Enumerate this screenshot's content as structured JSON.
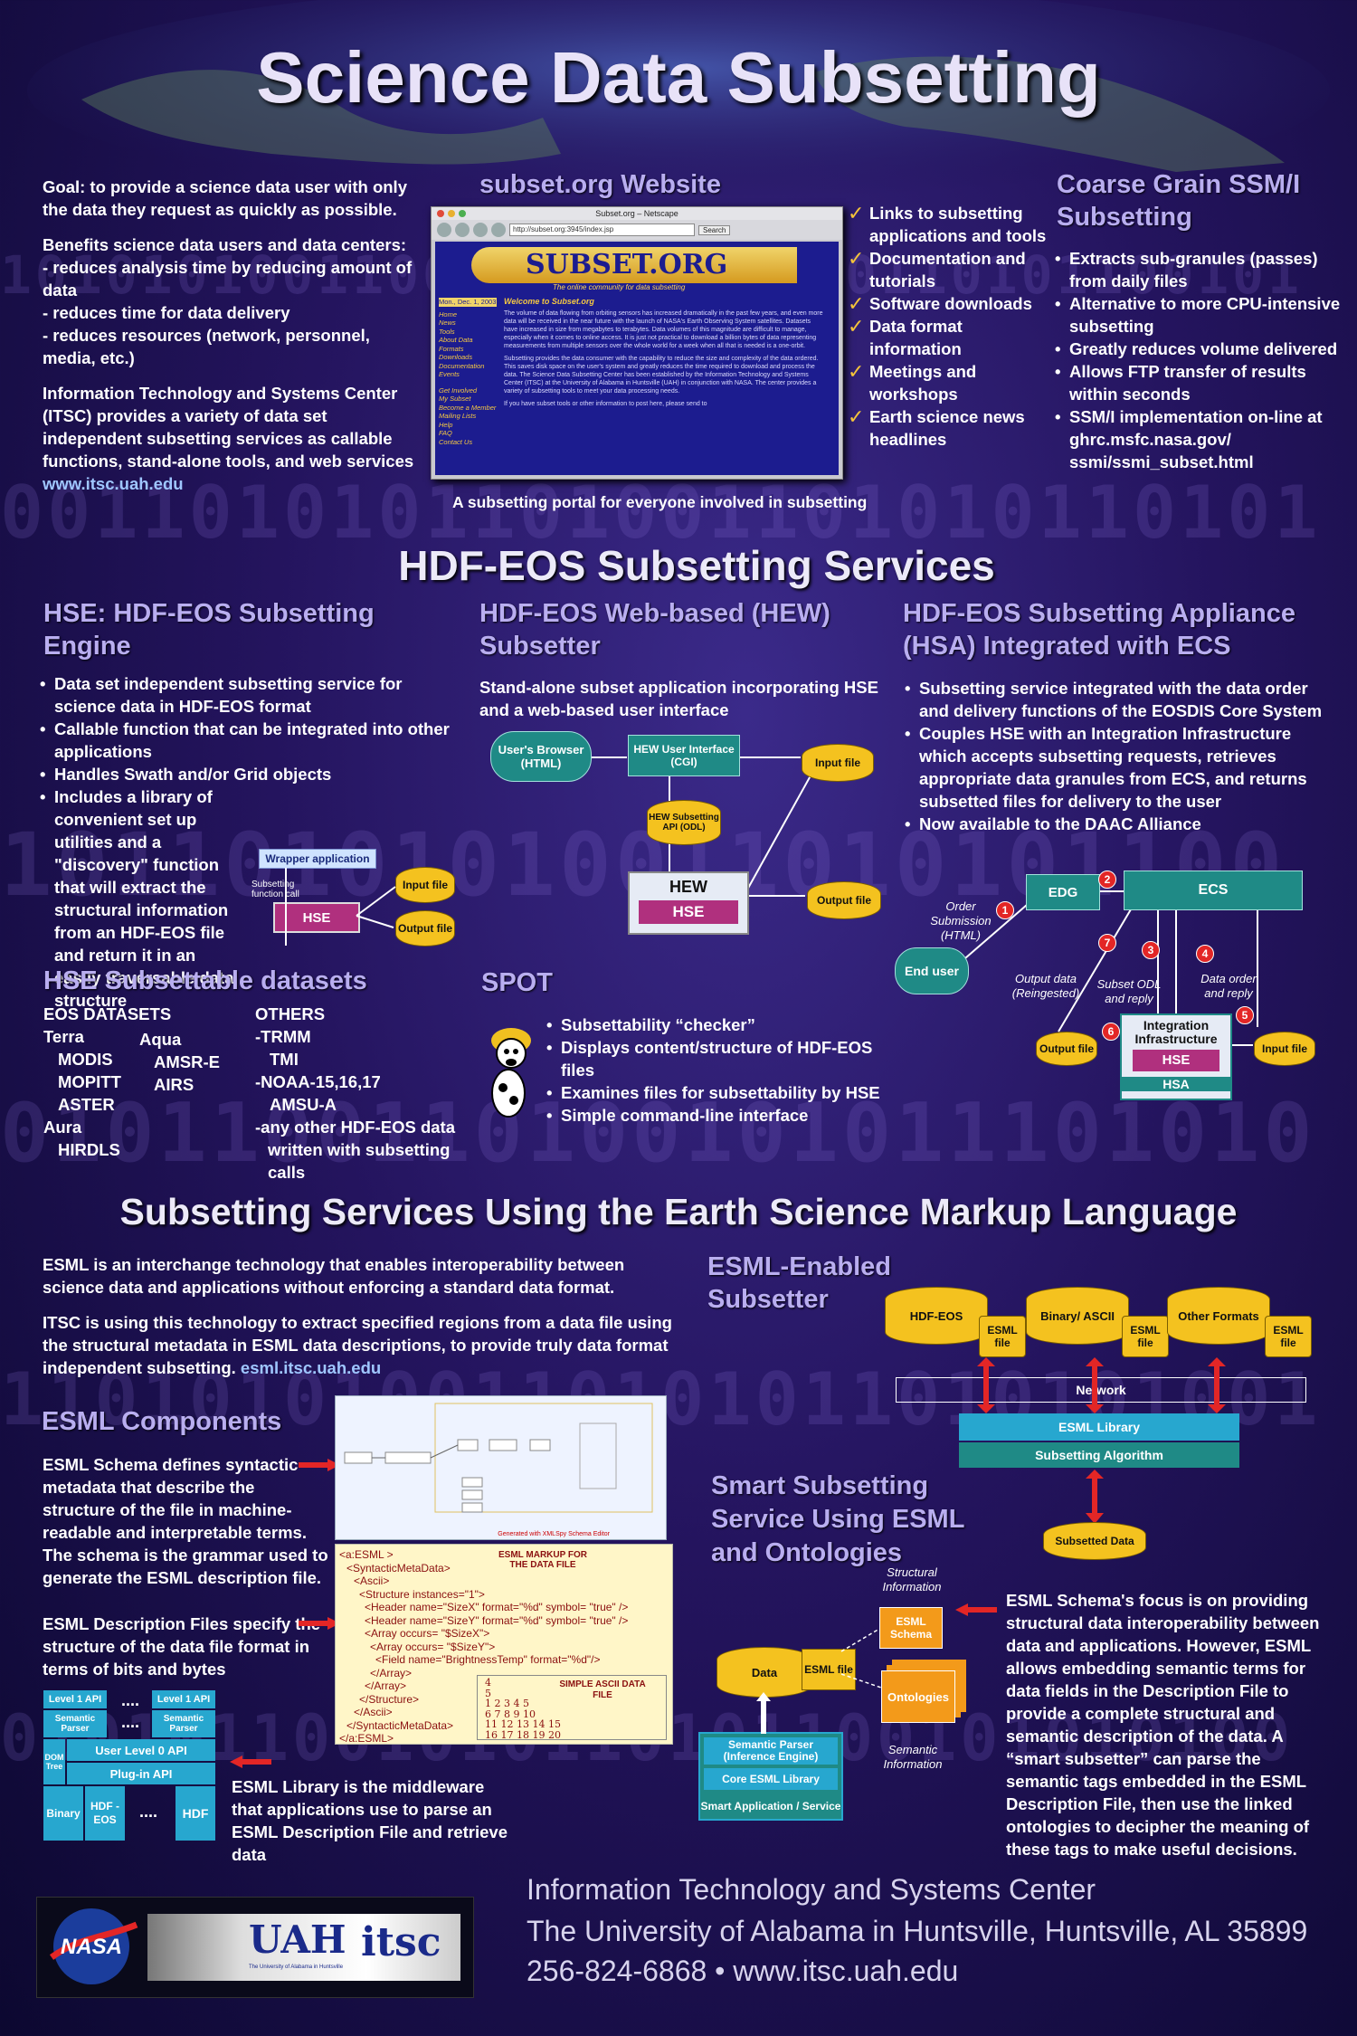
{
  "title": "Science Data Subsetting",
  "intro": {
    "goal": "Goal:  to provide a science data user with only the data they request as quickly as possible.",
    "benefits_heading": "Benefits science data users and data centers:",
    "benefits": [
      "- reduces analysis time by reducing amount of data",
      "- reduces time for data delivery",
      "- reduces resources (network, personnel, media, etc.)"
    ],
    "itsc_text": "Information Technology and Systems Center (ITSC) provides a variety of data set independent subsetting services as callable functions, stand-alone tools, and web services",
    "itsc_link": "www.itsc.uah.edu"
  },
  "website": {
    "heading": "subset.org Website",
    "browser_title": "Subset.org – Netscape",
    "url": "http://subset.org:3945/index.jsp",
    "search_label": "Search",
    "logo": "SUBSET.ORG",
    "tagline": "The online community for data subsetting",
    "welcome": "Welcome to Subset.org",
    "date": "Mon., Dec. 1, 2003",
    "nav": [
      "Home",
      "News",
      "Tools",
      "About Data",
      "Formats",
      "Downloads",
      "Documentation",
      "Events"
    ],
    "nav2": [
      "Get Involved",
      "My Subset",
      "Become a Member",
      "Mailing Lists",
      "Help",
      "FAQ",
      "Contact Us"
    ],
    "body1": "The volume of data flowing from orbiting sensors has increased dramatically in the past few years, and even more data will be received in the near future with the launch of NASA's Earth Observing System satellites. Datasets have increased in size from megabytes to terabytes. Data volumes of this magnitude are difficult to manage, especially when it comes to online access. It is just not practical to download a billion bytes of data representing measurements from multiple sensors over the whole world for a week when all that is needed is a one-orbit.",
    "body2": "Subsetting provides the data consumer with the capability to reduce the size and complexity of the data ordered. This saves disk space on the user's system and greatly reduces the time required to download and process the data. The Science Data Subsetting Center has been established by the Information Technology and Systems Center (ITSC) at the University of Alabama in Huntsville (UAH) in conjunction with NASA. The center provides a variety of subsetting tools to meet your data processing needs.",
    "body3": "If you have subset tools or other information to post here, please send to",
    "caption": "A subsetting portal for everyone involved in subsetting",
    "checklist": [
      "Links to subsetting applications and tools",
      "Documentation and tutorials",
      "Software downloads",
      "Data format information",
      "Meetings and workshops",
      "Earth science news headlines"
    ]
  },
  "coarse": {
    "heading": "Coarse Grain SSM/I Subsetting",
    "bullets": [
      "Extracts sub-granules (passes) from daily files",
      "Alternative to more CPU-intensive subsetting",
      "Greatly reduces volume delivered",
      "Allows FTP transfer of results within seconds",
      "SSM/I implementation on-line at ghrc.msfc.nasa.gov/ ssmi/ssmi_subset.html"
    ]
  },
  "hdf": {
    "heading": "HDF-EOS Subsetting Services",
    "hse_heading": "HSE: HDF-EOS Subsetting Engine",
    "hse_bullets": [
      "Data set independent subsetting service for science data in HDF-EOS format",
      "Callable function that can be integrated into other applications",
      "Handles Swath and/or Grid objects",
      "Includes a library of convenient set up utilities and a \"discovery\" function that will extract the structural information from an HDF-EOS file and return it in an easily traversable data structure"
    ],
    "wrapper": "Wrapper application",
    "subsetting_call": "Subsetting function call",
    "hse": "HSE",
    "input_file": "Input file",
    "output_file": "Output file",
    "hew_heading": "HDF-EOS Web-based (HEW) Subsetter",
    "hew_desc": "Stand-alone subset application incorporating HSE and a web-based user interface",
    "users_browser": "User's Browser (HTML)",
    "hew_ui": "HEW User Interface (CGI)",
    "hew_api": "HEW Subsetting API (ODL)",
    "hew": "HEW",
    "hsa_heading": "HDF-EOS Subsetting Appliance (HSA) Integrated with ECS",
    "hsa_bullets": [
      "Subsetting service integrated with the data order and delivery functions of the EOSDIS Core System",
      "Couples HSE with an Integration Infrastructure which accepts subsetting requests, retrieves appropriate data granules from ECS, and returns subsetted files for delivery to the user",
      "Now available to the DAAC Alliance"
    ],
    "edg": "EDG",
    "ecs": "ECS",
    "end_user": "End user",
    "order_sub": "Order Submission (HTML)",
    "output_data": "Output data (Reingested)",
    "subset_odl": "Subset ODL and reply",
    "data_order": "Data order and reply",
    "integration": "Integration Infrastructure",
    "hsa": "HSA",
    "nums": [
      "1",
      "2",
      "3",
      "4",
      "5",
      "6",
      "7"
    ]
  },
  "datasets": {
    "heading": "HSE Subsettable datasets",
    "eos": "EOS DATASETS",
    "terra": "Terra",
    "terra_items": [
      "MODIS",
      "MOPITT",
      "ASTER"
    ],
    "aqua": "Aqua",
    "aqua_items": [
      "AMSR-E",
      "AIRS"
    ],
    "aura": "Aura",
    "aura_items": [
      "HIRDLS"
    ],
    "others": "OTHERS",
    "others_items": [
      "-TRMM",
      "TMI",
      "-NOAA-15,16,17",
      "AMSU-A",
      "-any other HDF-EOS data written with subsetting calls"
    ]
  },
  "spot": {
    "heading": "SPOT",
    "bullets": [
      "Subsettability “checker”",
      "Displays content/structure of HDF-EOS files",
      "Examines files for subsettability by HSE",
      "Simple command-line interface"
    ]
  },
  "esml": {
    "heading": "Subsetting Services Using the Earth Science Markup Language",
    "p1": "ESML is an interchange technology that enables interoperability between science data and applications without enforcing a standard data format.",
    "p2": "ITSC is using this technology to extract specified regions from a data file using the structural metadata in ESML data descriptions, to provide truly data format independent subsetting.",
    "p2_link": "esml.itsc.uah.edu",
    "enabled_heading": "ESML-Enabled Subsetter",
    "files": [
      "HDF-EOS",
      "ESML file",
      "Binary/ ASCII",
      "ESML file",
      "Other Formats",
      "ESML file"
    ],
    "network": "Network",
    "library": "ESML Library",
    "algorithm": "Subsetting Algorithm",
    "subsetted": "Subsetted Data",
    "components_heading": "ESML Components",
    "schema_text": "ESML Schema defines syntactic metadata that describe the structure of the file in machine-readable and interpretable terms.  The schema is the grammar used to generate the ESML description file.",
    "desc_text": "ESML Description Files specify the structure of the data file format in terms of bits and bytes",
    "library_text": "ESML Library is the middleware that applications use to parse an ESML Description File and retrieve data",
    "xml_lines": [
      "<a:ESML >",
      "<SyntacticMetaData>",
      "<Ascii>",
      "<Structure instances=\"1\">",
      "<Header name=\"SizeX\" format=\"%d\" symbol= \"true\" />",
      "<Header name=\"SizeY\" format=\"%d\" symbol= \"true\" />",
      "<Array occurs= \"$SizeX\">",
      "<Array occurs= \"$SizeY\">",
      "<Field name=\"BrightnessTemp\" format=\"%d\"/>",
      "</Array>",
      "</Array>",
      "</Structure>",
      "</Ascii>",
      "</SyntacticMetaData>",
      "</a:ESML>"
    ],
    "markup_label": "ESML MARKUP FOR THE DATA FILE",
    "ascii_label": "SIMPLE ASCII DATA FILE",
    "ascii_lines": [
      "4",
      "5",
      "1  2  3  4  5",
      "6  7  8  9 10",
      "11 12 13 14 15",
      "16 17 18 19 20"
    ],
    "schema_caption": "Generated with XMLSpy Schema Editor",
    "arch": {
      "level1a": "Level 1 API",
      "level1b": "Level 1 API",
      "sem_a": "Semantic Parser",
      "sem_b": "Semantic Parser",
      "dom": "DOM Tree",
      "user0": "User Level 0 API",
      "plugin": "Plug-in API",
      "binary": "Binary",
      "hdfeos": "HDF - EOS",
      "hdf": "HDF",
      "dots": "...."
    },
    "smart_heading": "Smart Subsetting Service  Using ESML and Ontologies",
    "structural": "Structural Information",
    "esml_schema": "ESML Schema",
    "data": "Data",
    "esml_file": "ESML file",
    "ontologies": "Ontologies",
    "semantic_info": "Semantic Information",
    "sem_parser": "Semantic Parser (Inference Engine)",
    "core_lib": "Core ESML Library",
    "smart_app": "Smart Application / Service",
    "smart_text": "ESML Schema's focus is on providing structural data interoperability between data and applications. However, ESML allows embedding semantic terms for data fields in the Description File to provide a complete structural and semantic description of the data. A “smart subsetter” can parse the semantic tags embedded in the ESML Description File, then use the linked ontologies to decipher the meaning of these tags to make useful decisions."
  },
  "footer": {
    "nasa": "NASA",
    "uah": "UAH",
    "uah_sub": "The University of Alabama in Huntsville",
    "itsc": "itsc",
    "line1": "Information Technology and Systems Center",
    "line2": "The University of Alabama in Huntsville, Huntsville, AL 35899",
    "line3": "256-824-6868   •   www.itsc.uah.edu"
  }
}
